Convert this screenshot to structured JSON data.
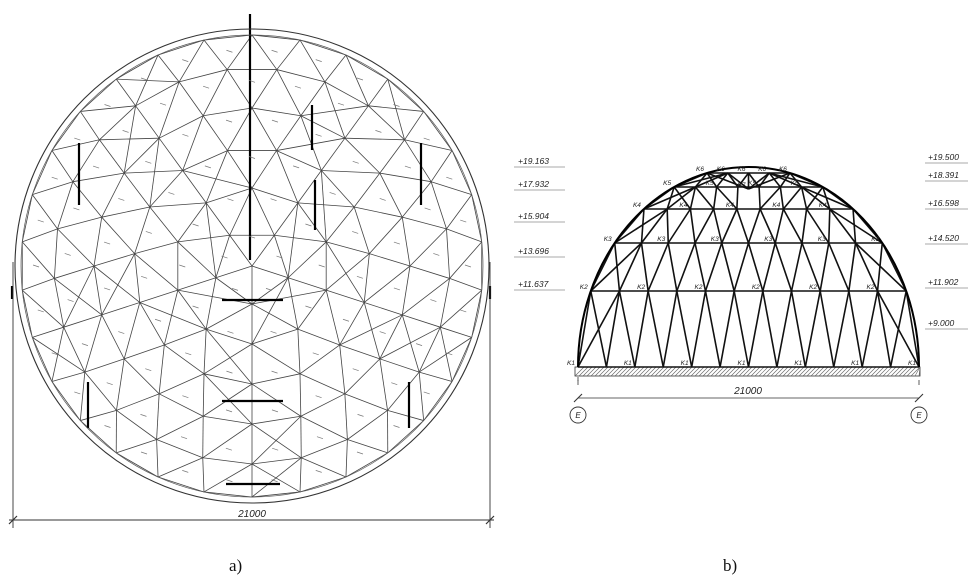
{
  "captions": {
    "a": "a)",
    "b": "b)"
  },
  "plan": {
    "dimension": "21000"
  },
  "elevation": {
    "span": "21000",
    "axis_left": "E",
    "axis_right": "E",
    "left_levels": [
      "+19.163",
      "+17.932",
      "+15.904",
      "+13.696",
      "+11.637"
    ],
    "right_levels": [
      "+19.500",
      "+18.391",
      "+16.598",
      "+14.520",
      "+11.902",
      "+9.000"
    ],
    "node_labels": [
      "K1",
      "K2",
      "K3",
      "K4",
      "K5",
      "K6",
      "K7"
    ]
  }
}
